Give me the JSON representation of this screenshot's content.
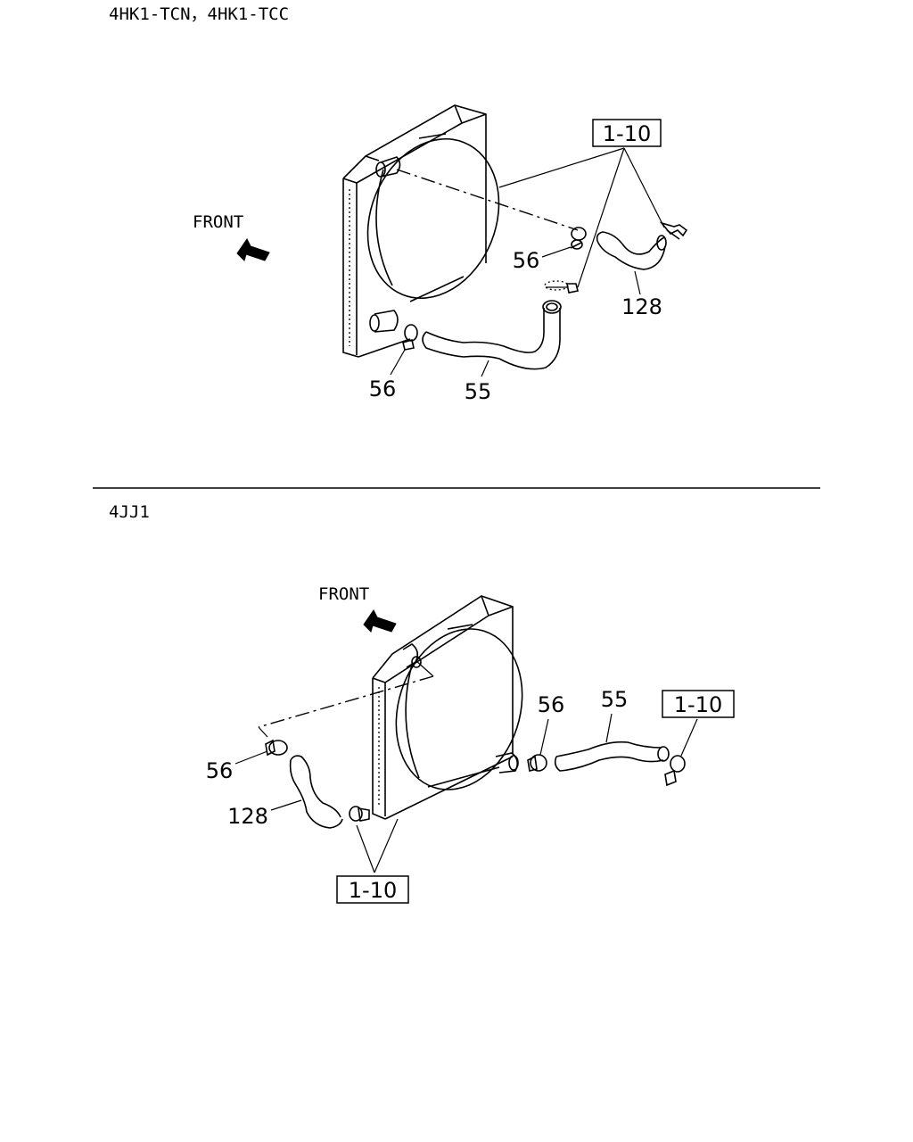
{
  "section1": {
    "title": "4HK1-TCN，4HK1-TCC",
    "front_label": "FRONT",
    "callouts": {
      "ref_box": "1-10",
      "clamp_upper": "56",
      "hose_upper": "128",
      "clamp_lower": "56",
      "hose_lower": "55"
    }
  },
  "section2": {
    "title": "4JJ1",
    "front_label": "FRONT",
    "callouts": {
      "clamp_upper": "56",
      "hose_upper": "55",
      "ref_box_right": "1-10",
      "clamp_left": "56",
      "hose_left": "128",
      "ref_box_bottom": "1-10"
    }
  }
}
